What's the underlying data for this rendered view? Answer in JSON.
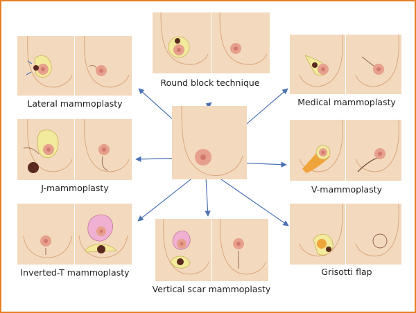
{
  "colors": {
    "frame": "#e67e22",
    "skin": "#f3d9bd",
    "skin_edge": "#d9a77e",
    "areola": "#e6a08c",
    "nipple": "#d2786e",
    "arrow": "#4a72b4",
    "tumor": "#5a2a20",
    "tissue_yellow": "#f2ea9c",
    "tissue_orange": "#f0a53c",
    "tissue_pink": "#f0b0d2"
  },
  "center": {
    "name": "center-breast",
    "icon": "breast-illustration"
  },
  "techniques": [
    {
      "id": "round-block",
      "label": "Round block technique"
    },
    {
      "id": "lateral",
      "label": "Lateral mammoplasty"
    },
    {
      "id": "medical",
      "label": "Medical mammoplasty"
    },
    {
      "id": "j",
      "label": "J-mammoplasty"
    },
    {
      "id": "v",
      "label": "V-mammoplasty"
    },
    {
      "id": "inverted-t",
      "label": "Inverted-T mammoplasty"
    },
    {
      "id": "vertical-scar",
      "label": "Vertical scar mammoplasty"
    },
    {
      "id": "grisotti",
      "label": "Grisotti flap"
    }
  ]
}
